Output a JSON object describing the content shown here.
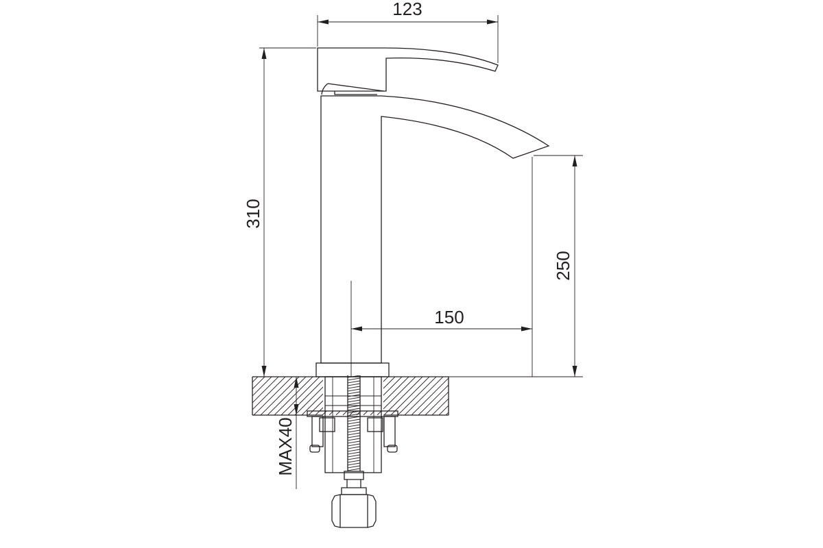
{
  "dimensions": {
    "handle_width": "123",
    "total_height": "310",
    "spout_height": "250",
    "spout_reach": "150",
    "max_counter_thickness": "MAX40"
  },
  "colors": {
    "line": "#231f20",
    "background": "#ffffff"
  }
}
